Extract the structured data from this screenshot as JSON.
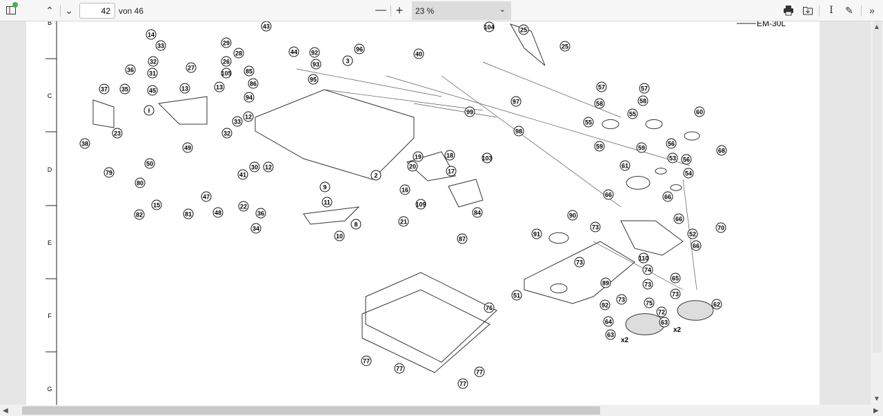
{
  "toolbar": {
    "page_current": "42",
    "page_total_label": "von 46",
    "zoom_out": "—",
    "zoom_in": "+",
    "zoom_value": "23 %",
    "icons": [
      "sidebar-icon",
      "chevron-up-icon",
      "chevron-down-icon",
      "print-icon",
      "save-icon",
      "text-cursor-icon",
      "draw-icon",
      "more-icon"
    ]
  },
  "document": {
    "ruler_letters": [
      "B",
      "C",
      "D",
      "E",
      "F",
      "G"
    ],
    "top_right_label": "EM-30L",
    "callouts": [
      "14",
      "33",
      "29",
      "28",
      "26",
      "36",
      "32",
      "31",
      "27",
      "105",
      "85",
      "45",
      "13",
      "13",
      "86",
      "37",
      "35",
      "94",
      "I",
      "12",
      "33",
      "38",
      "23",
      "32",
      "49",
      "30",
      "12",
      "50",
      "79",
      "41",
      "80",
      "47",
      "15",
      "22",
      "36",
      "82",
      "81",
      "48",
      "34",
      "43",
      "44",
      "92",
      "93",
      "96",
      "3",
      "95",
      "40",
      "104",
      "25",
      "25",
      "2",
      "9",
      "11",
      "8",
      "10",
      "16",
      "21",
      "19",
      "18",
      "20",
      "17",
      "109",
      "84",
      "87",
      "99",
      "97",
      "98",
      "103",
      "57",
      "57",
      "58",
      "58",
      "55",
      "55",
      "60",
      "59",
      "59",
      "56",
      "53",
      "56",
      "68",
      "61",
      "54",
      "66",
      "66",
      "66",
      "70",
      "52",
      "66",
      "73",
      "90",
      "91",
      "73",
      "110",
      "74",
      "65",
      "89",
      "73",
      "73",
      "75",
      "92",
      "73",
      "72",
      "62",
      "64",
      "63",
      "63",
      "51",
      "76",
      "77",
      "77",
      "77",
      "77"
    ],
    "multipliers": [
      "x2",
      "x2"
    ]
  }
}
